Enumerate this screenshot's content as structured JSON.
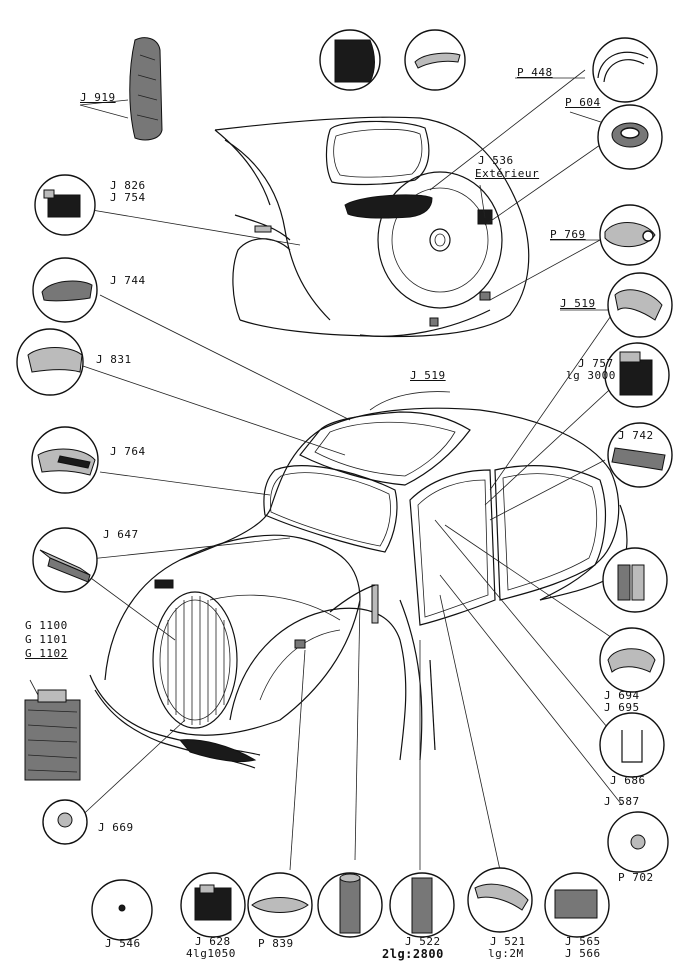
{
  "labels": {
    "j919": "J 919",
    "j826": "J 826",
    "j754": "J 754",
    "j744": "J 744",
    "j831": "J 831",
    "j764": "J 764",
    "j647": "J 647",
    "g1100": "G 1100",
    "g1101": "G 1101",
    "g1102": "G 1102",
    "j669": "J 669",
    "j546": "J 546",
    "j628": "J 628",
    "j628_len": "4lg1050",
    "p839": "P 839",
    "j522": "J 522",
    "j522_len": "2lg:2800",
    "j521": "J 521",
    "j521_len": "lg:2M",
    "j565": "J 565",
    "j566": "J 566",
    "p702": "P 702",
    "j587": "J 587",
    "j686": "J 686",
    "j694": "J 694",
    "j695": "J 695",
    "j742": "J 742",
    "j757": "J 757",
    "j757_len": "lg 3000",
    "j519_top": "J 519",
    "j519_roof": "J 519",
    "p769": "P 769",
    "j536": "J 536",
    "j536_sub": "Extérieur",
    "p604": "P 604",
    "p448": "P 448"
  }
}
